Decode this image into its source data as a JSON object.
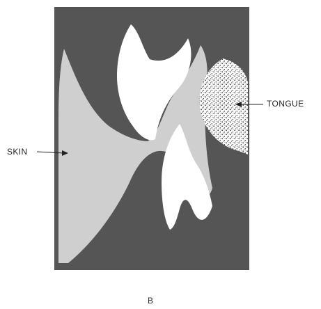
{
  "labels": {
    "skin": "SKIN",
    "tongue": "TONGUE",
    "panel": "B"
  },
  "colors": {
    "background": "#ffffff",
    "dark_field": "#555555",
    "skin_region": "#cfcfcf",
    "tooth": "#ffffff",
    "tongue_fill": "#ffffff",
    "tongue_speckle": "#444444",
    "ink": "#222222"
  }
}
